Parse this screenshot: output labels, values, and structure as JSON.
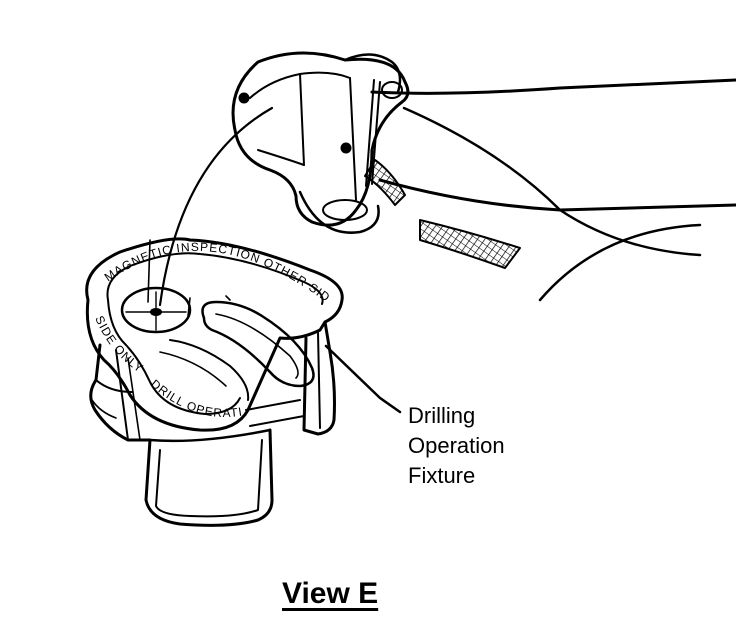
{
  "fixture": {
    "engraving_top": "MAGNETIC INSPECTION OTHER SIDE",
    "engraving_side": "SIDE ONLY",
    "engraving_inner": "DRILL OPERATION"
  },
  "callout": {
    "line1": "Drilling",
    "line2": "Operation",
    "line3": "Fixture"
  },
  "view_title": "View E",
  "colors": {
    "ink": "#000000",
    "paper": "#ffffff"
  }
}
